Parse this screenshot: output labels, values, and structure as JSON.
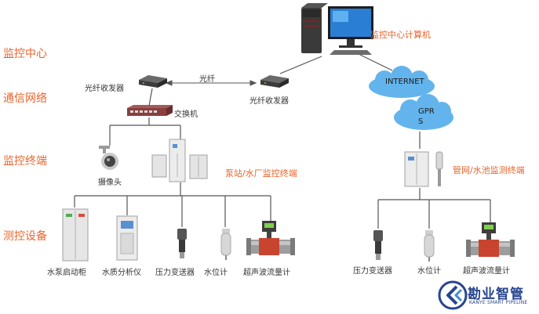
{
  "sections": {
    "monitor_center": "监控中心",
    "comm_network": "通信网络",
    "monitor_terminal": "监控终端",
    "control_equipment": "测控设备"
  },
  "nodes": {
    "computer": "监控中心计算机",
    "transceiver_left": "光纤收发器",
    "transceiver_right": "光纤收发器",
    "fiber": "光纤",
    "switch": "交换机",
    "internet": "INTERNET",
    "gprs_line1": "GPR",
    "gprs_line2": "S",
    "camera": "摄像头",
    "pump_station_terminal": "泵站/水厂监控终端",
    "pipe_network_terminal": "管网/水池监测终端"
  },
  "left_devices": [
    "水泵启动柜",
    "水质分析仪",
    "压力变送器",
    "水位计",
    "超声波流量计"
  ],
  "right_devices": [
    "压力变送器",
    "水位计",
    "超声波流量计"
  ],
  "brand": {
    "name_cn": "勘业智管",
    "name_en": "KANYE SMART PIPELINE"
  }
}
